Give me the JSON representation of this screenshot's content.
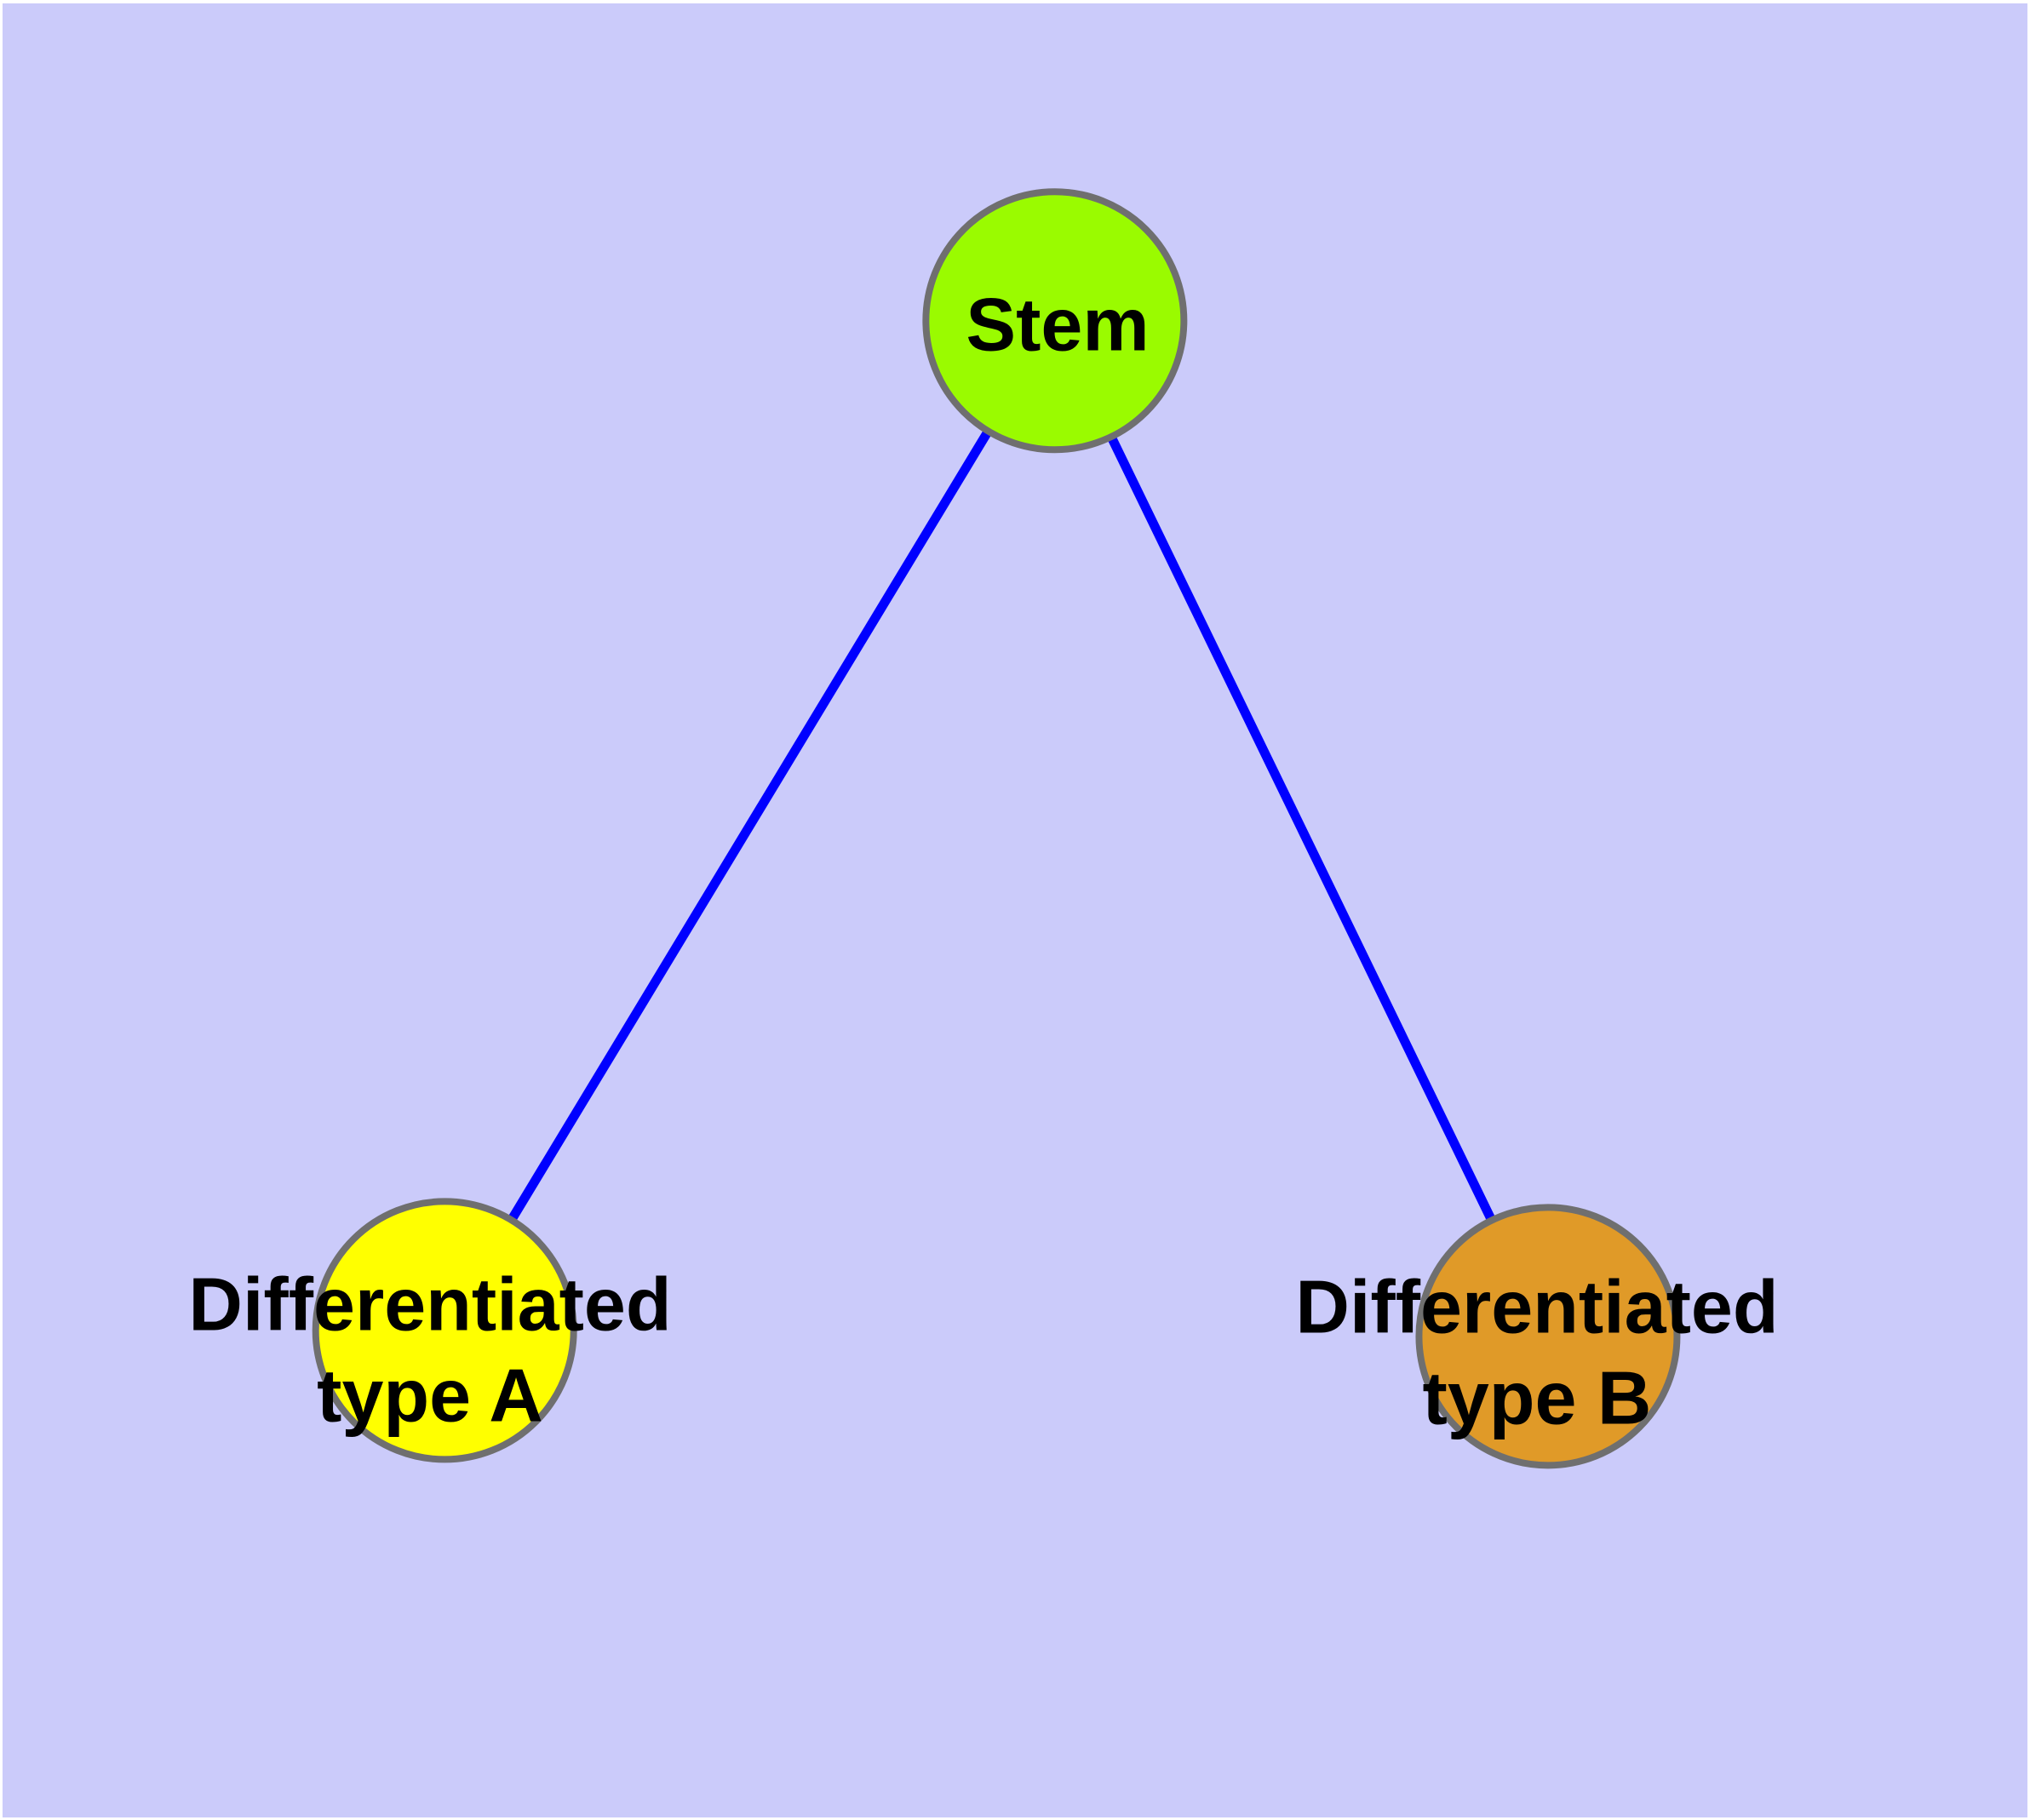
{
  "diagram": {
    "type": "node-link-graph",
    "colors": {
      "background": "#cbcbfa",
      "page_margin": "#ffffff",
      "edge": "#0000ff",
      "node_border": "#6f6f6f",
      "label_text": "#000000"
    },
    "nodes": [
      {
        "id": "stem",
        "label": "Stem",
        "shape": "circle",
        "color": "#9afb00"
      },
      {
        "id": "type-a",
        "label": "Differentiated\ntype A",
        "shape": "circle",
        "color": "#ffff00"
      },
      {
        "id": "type-b",
        "label": "Differentiated\ntype B",
        "shape": "circle",
        "color": "#e09a28"
      }
    ],
    "edges": [
      {
        "from": "stem",
        "to": "type-a",
        "color": "#0000ff"
      },
      {
        "from": "stem",
        "to": "type-b",
        "color": "#0000ff"
      }
    ]
  }
}
